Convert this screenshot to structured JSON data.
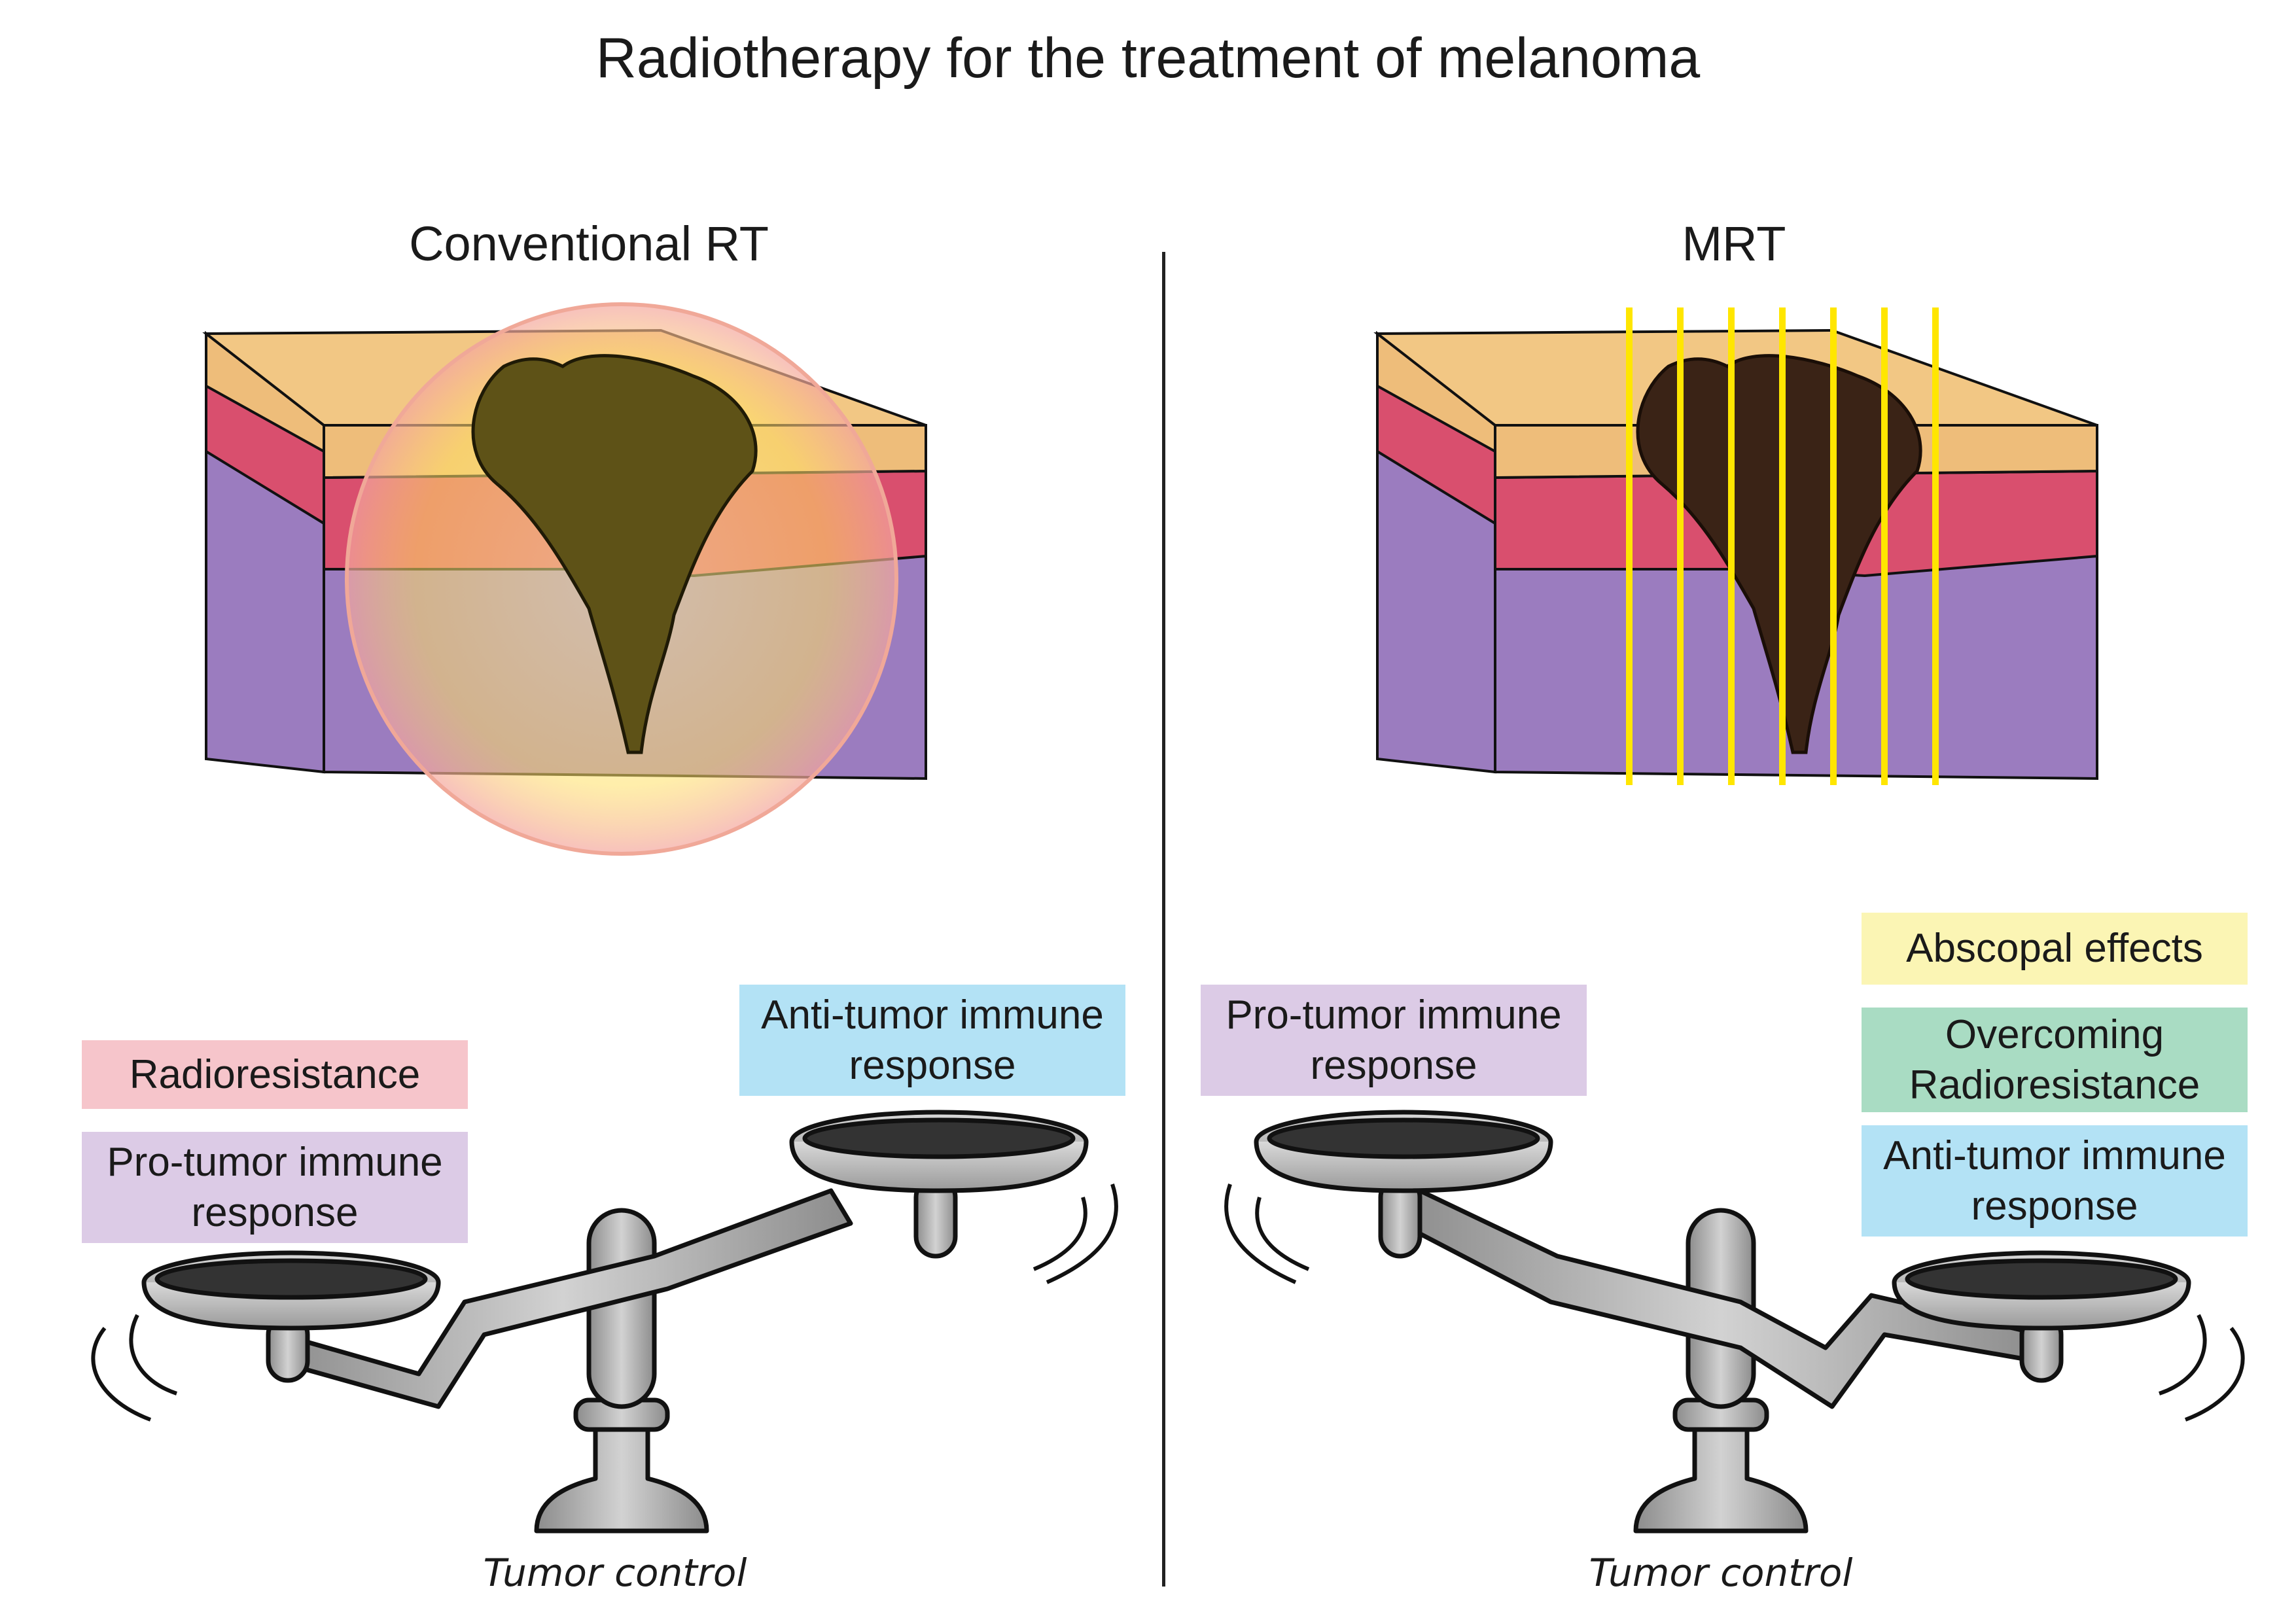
{
  "title": "Radiotherapy for the treatment of melanoma",
  "left_panel": {
    "title": "Conventional RT",
    "boxes": {
      "radioresistance": "Radioresistance",
      "pro_tumor": "Pro-tumor immune response",
      "anti_tumor": "Anti-tumor immune response"
    },
    "scale_label": "Tumor control"
  },
  "right_panel": {
    "title": "MRT",
    "boxes": {
      "pro_tumor": "Pro-tumor immune response",
      "abscopal": "Abscopal effects",
      "overcoming": "Overcoming Radioresistance",
      "anti_tumor": "Anti-tumor immune response"
    },
    "scale_label": "Tumor control"
  },
  "colors": {
    "radioresistance": "#f6c5cb",
    "pro_tumor": "#dccbe6",
    "anti_tumor": "#b3e2f5",
    "abscopal": "#fbf5b4",
    "overcoming": "#a9dcc3",
    "beam": "#ffe600",
    "tumor": "#3a2316",
    "dermis": "#d94f6e",
    "epidermis": "#eebd7a",
    "hypodermis": "#9b7cbf"
  }
}
